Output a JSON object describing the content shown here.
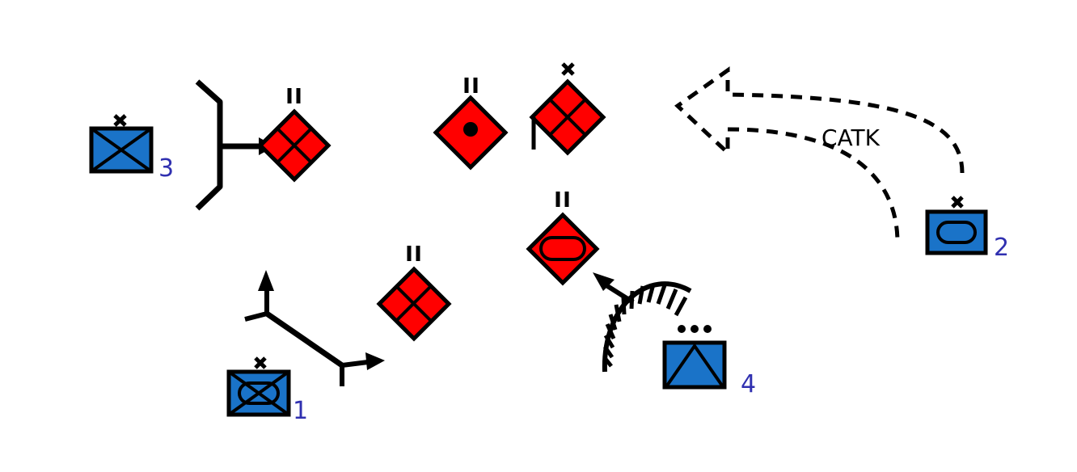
{
  "colors": {
    "friendly": "#1a73c8",
    "hostile": "#ff0000",
    "outline": "#000000",
    "label": "#3030b0"
  },
  "labels": {
    "unit_1": "1",
    "unit_2": "2",
    "unit_3": "3",
    "unit_4": "4",
    "catk": "CATK"
  },
  "symbols": {
    "friendly_units": [
      {
        "id": "unit-1",
        "type": "armored-infantry",
        "echelon": "x",
        "label": "1"
      },
      {
        "id": "unit-2",
        "type": "armor",
        "echelon": "x",
        "label": "2"
      },
      {
        "id": "unit-3",
        "type": "infantry",
        "echelon": "x",
        "label": "3"
      },
      {
        "id": "unit-4",
        "type": "airborne-recon",
        "echelon": "•••",
        "label": "4"
      }
    ],
    "hostile_units": [
      {
        "id": "hostile-infantry-upper",
        "type": "infantry",
        "echelon": "II"
      },
      {
        "id": "hostile-artillery",
        "type": "field-artillery",
        "echelon": "II"
      },
      {
        "id": "hostile-infantry-hq",
        "type": "infantry-hq",
        "echelon": "x"
      },
      {
        "id": "hostile-armor",
        "type": "armor",
        "echelon": "II"
      },
      {
        "id": "hostile-infantry-lower",
        "type": "infantry",
        "echelon": "II"
      }
    ],
    "graphics": [
      {
        "id": "fix-arrow",
        "type": "fix"
      },
      {
        "id": "bypass-graphic",
        "type": "bypass"
      },
      {
        "id": "penetrate-graphic",
        "type": "penetrate"
      },
      {
        "id": "counterattack-arrow",
        "type": "counterattack",
        "label": "CATK"
      }
    ]
  }
}
